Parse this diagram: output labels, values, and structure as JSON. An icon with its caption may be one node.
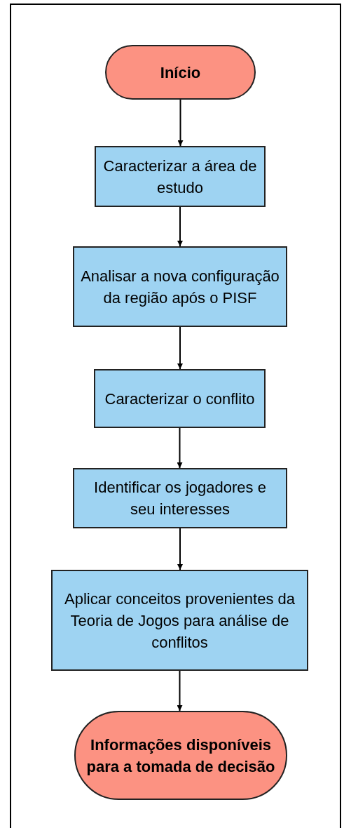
{
  "diagram": {
    "nodes": [
      {
        "text": [
          "Início"
        ]
      },
      {
        "text": [
          "Caracterizar a área de estudo"
        ]
      },
      {
        "text": [
          "Analisar a nova configuração da região após o PISF"
        ]
      },
      {
        "text": [
          "Caracterizar o conflito"
        ]
      },
      {
        "text": [
          "Identificar os jogadores e seu interesses"
        ]
      },
      {
        "text": [
          "Aplicar conceitos provenientes da Teoria de Jogos para  análise de conflitos"
        ]
      },
      {
        "text": [
          "Informações disponíveis para a tomada de decisão"
        ]
      }
    ],
    "edges": [
      {
        "from": 0,
        "to": 1,
        "arrow": "to"
      },
      {
        "from": 1,
        "to": 2,
        "arrow": "to"
      },
      {
        "from": 2,
        "to": 3,
        "arrow": "to"
      },
      {
        "from": 3,
        "to": 4,
        "arrow": "to"
      },
      {
        "from": 4,
        "to": 5,
        "arrow": "to"
      },
      {
        "from": 5,
        "to": 6,
        "arrow": "to"
      }
    ]
  }
}
